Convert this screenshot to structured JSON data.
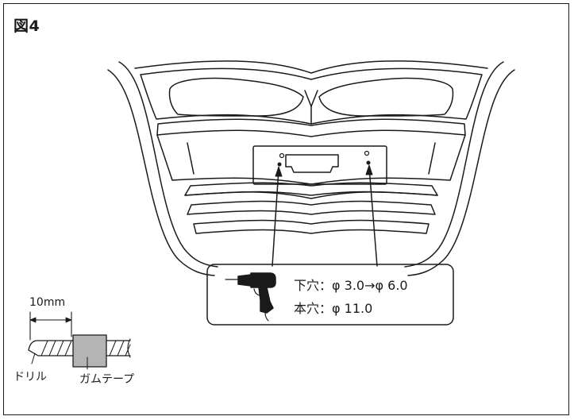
{
  "figure": {
    "title": "図4"
  },
  "callout": {
    "pilot_hole": "下穴：φ 3.0→φ 6.0",
    "main_hole": "本穴：φ 11.0",
    "tool_icon": "power-drill-icon"
  },
  "inset": {
    "dimension": "10mm",
    "drill_label": "ドリル",
    "tape_label": "ガムテープ",
    "tape_color": "#b4b4b4"
  },
  "colors": {
    "line": "#1a1a1a",
    "background": "#ffffff"
  }
}
